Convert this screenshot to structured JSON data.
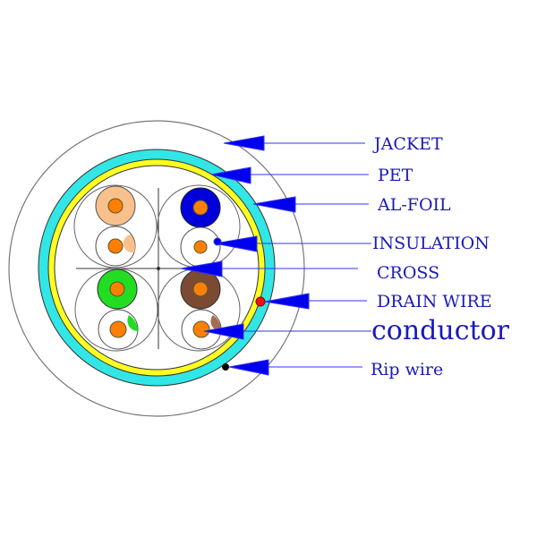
{
  "labels": {
    "jacket": "JACKET",
    "pet": "PET",
    "al_foil": "AL-FOIL",
    "insulation": "INSULATION",
    "cross": "CROSS",
    "drain_wire": "DRAIN WIRE",
    "conductor": "conductor",
    "rip_wire": "Rip wire"
  },
  "colors": {
    "arrow": "#0000ee",
    "label": "#1a1ab8",
    "al_foil": "#33e6e6",
    "pet": "#ffff22",
    "conductor": "#ff8000",
    "pair_orange": "#f8c08a",
    "pair_blue": "#0000dd",
    "pair_green": "#22dd22",
    "pair_brown": "#7a4a32",
    "drain_wire": "#ee1111",
    "rip_wire": "#000000"
  }
}
